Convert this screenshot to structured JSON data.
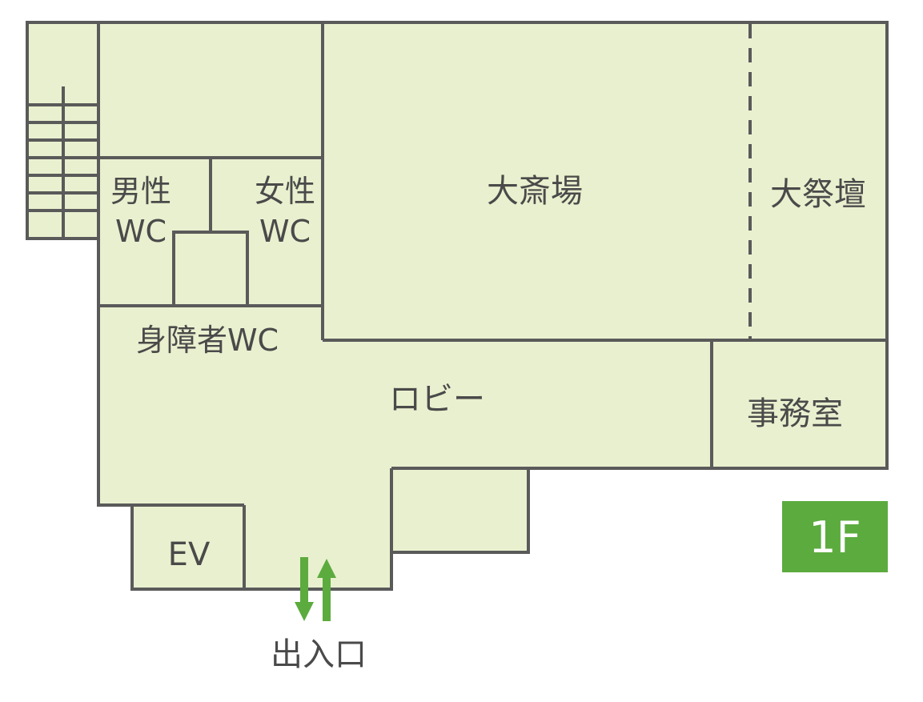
{
  "floor": {
    "badge": "1F",
    "badge_color": "#5cab3e",
    "wall_color": "#5a5a5a",
    "room_fill": "#e9f0cf",
    "arrow_color": "#5cab3e"
  },
  "rooms": {
    "main_hall": "大斎場",
    "altar": "大祭壇",
    "mens_wc_line1": "男性",
    "mens_wc_line2": "WC",
    "womens_wc_line1": "女性",
    "womens_wc_line2": "WC",
    "accessible_wc": "身障者WC",
    "lobby": "ロビー",
    "office": "事務室",
    "elevator": "EV"
  },
  "entrance": {
    "label": "出入口"
  }
}
